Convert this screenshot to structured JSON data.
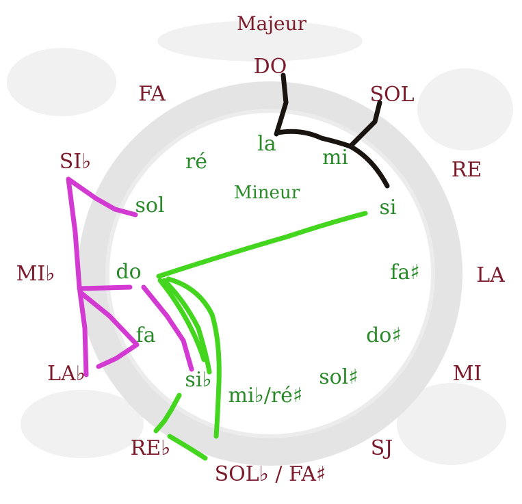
{
  "title_major": "Majeur",
  "title_minor": "Mineur",
  "major_keys": [
    "DO",
    "SOL",
    "RE",
    "LA",
    "MI",
    "SJ",
    "SOL♭ / FA♯",
    "RE♭",
    "LA♭",
    "MI♭",
    "SI♭",
    "FA"
  ],
  "minor_keys": [
    "la",
    "mi",
    "si",
    "fa♯",
    "do♯",
    "sol♯",
    "mi♭/ré♯",
    "si♭",
    "fa",
    "do",
    "sol",
    "ré"
  ],
  "colors": {
    "major_text": "#7a1a2a",
    "minor_text": "#2a8a2a",
    "ring": "#e4e4e4",
    "stroke_black": "#1a1410",
    "stroke_magenta": "#d23ad2",
    "stroke_green": "#44d61e"
  }
}
